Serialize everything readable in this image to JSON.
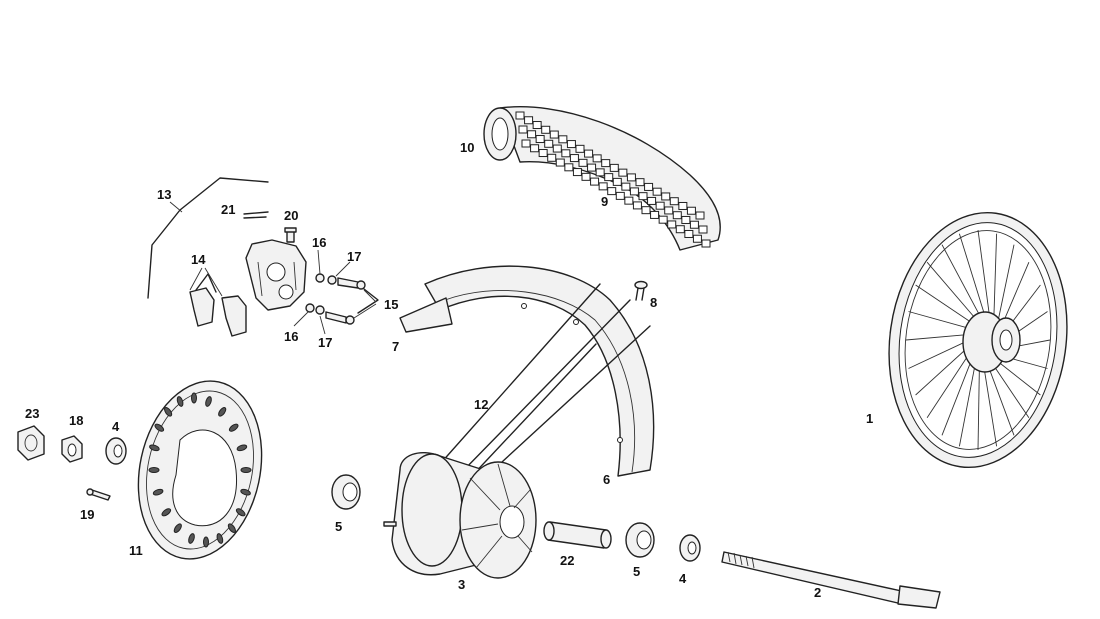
{
  "labels": {
    "n1": "1",
    "n2": "2",
    "n3": "3",
    "n4a": "4",
    "n4b": "4",
    "n5a": "5",
    "n5b": "5",
    "n6": "6",
    "n7": "7",
    "n8": "8",
    "n9": "9",
    "n10": "10",
    "n11": "11",
    "n12": "12",
    "n13": "13",
    "n14": "14",
    "n15": "15",
    "n16a": "16",
    "n16b": "16",
    "n17a": "17",
    "n17b": "17",
    "n18": "18",
    "n19": "19",
    "n20": "20",
    "n21": "21",
    "n22": "22",
    "n23": "23"
  }
}
